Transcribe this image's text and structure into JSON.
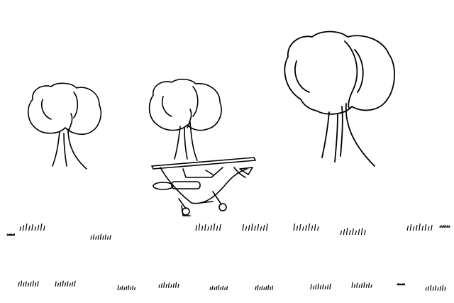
{
  "scene": {
    "background": "#ffffff",
    "ink_color": "#000000",
    "tree_count": 3,
    "airplane_count": 1,
    "grass_tuft_count": 19
  }
}
